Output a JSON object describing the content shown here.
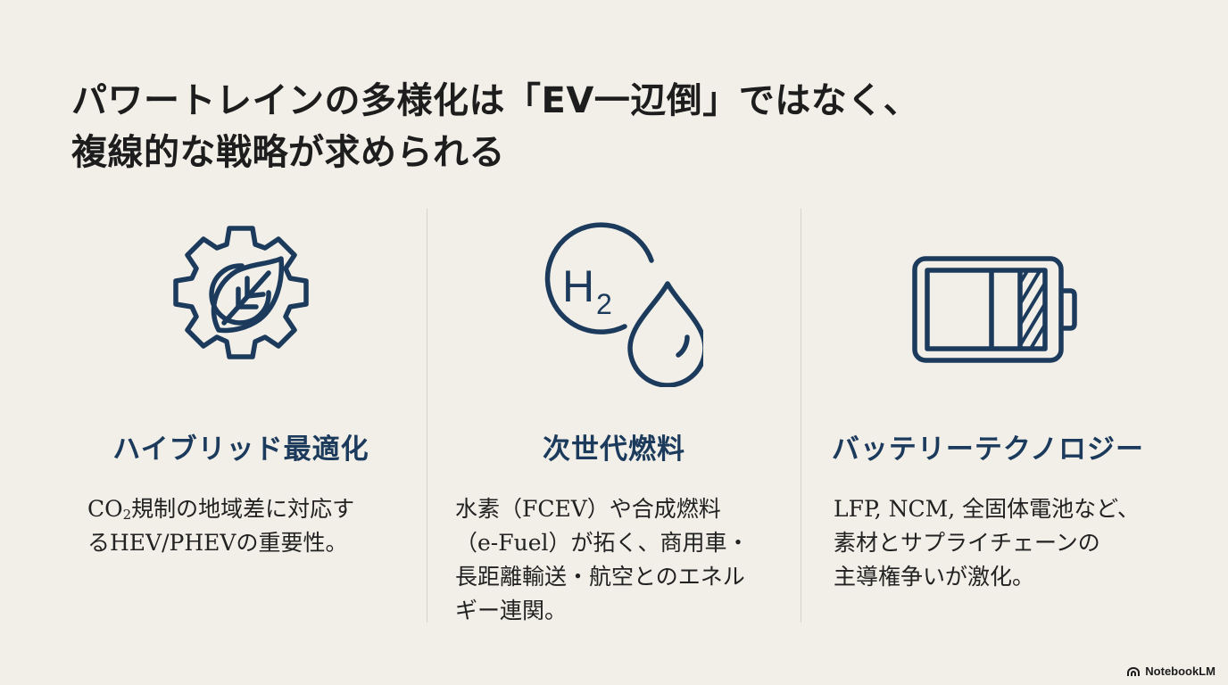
{
  "title": {
    "line1": "パワートレインの多様化は「EV一辺倒」ではなく、",
    "line2": "複線的な戦略が求められる"
  },
  "columns": [
    {
      "icon": "gear-leaf-icon",
      "heading": "ハイブリッド最適化",
      "body_pre": "CO",
      "body_sub": "2",
      "body_line1_rest": "規制の地域差に対応す",
      "body_line2": "るHEV/PHEVの重要性。"
    },
    {
      "icon": "hydrogen-droplet-icon",
      "heading": "次世代燃料",
      "icon_text": "H",
      "icon_sub": "2",
      "body_lines": [
        "水素（FCEV）や合成燃料",
        "（e-Fuel）が拓く、商用車・",
        "長距離輸送・航空とのエネル",
        "ギー連関。"
      ]
    },
    {
      "icon": "battery-icon",
      "heading": "バッテリーテクノロジー",
      "body_lines": [
        "LFP, NCM, 全固体電池など、",
        "素材とサプライチェーンの",
        "主導権争いが激化。"
      ]
    }
  ],
  "brand": {
    "label": "NotebookLM",
    "icon": "notebooklm-logo-icon"
  },
  "colors": {
    "background": "#f1efe8",
    "accent": "#1b3a5c",
    "text": "#1d1d1d",
    "divider": "#d6d3ca"
  }
}
